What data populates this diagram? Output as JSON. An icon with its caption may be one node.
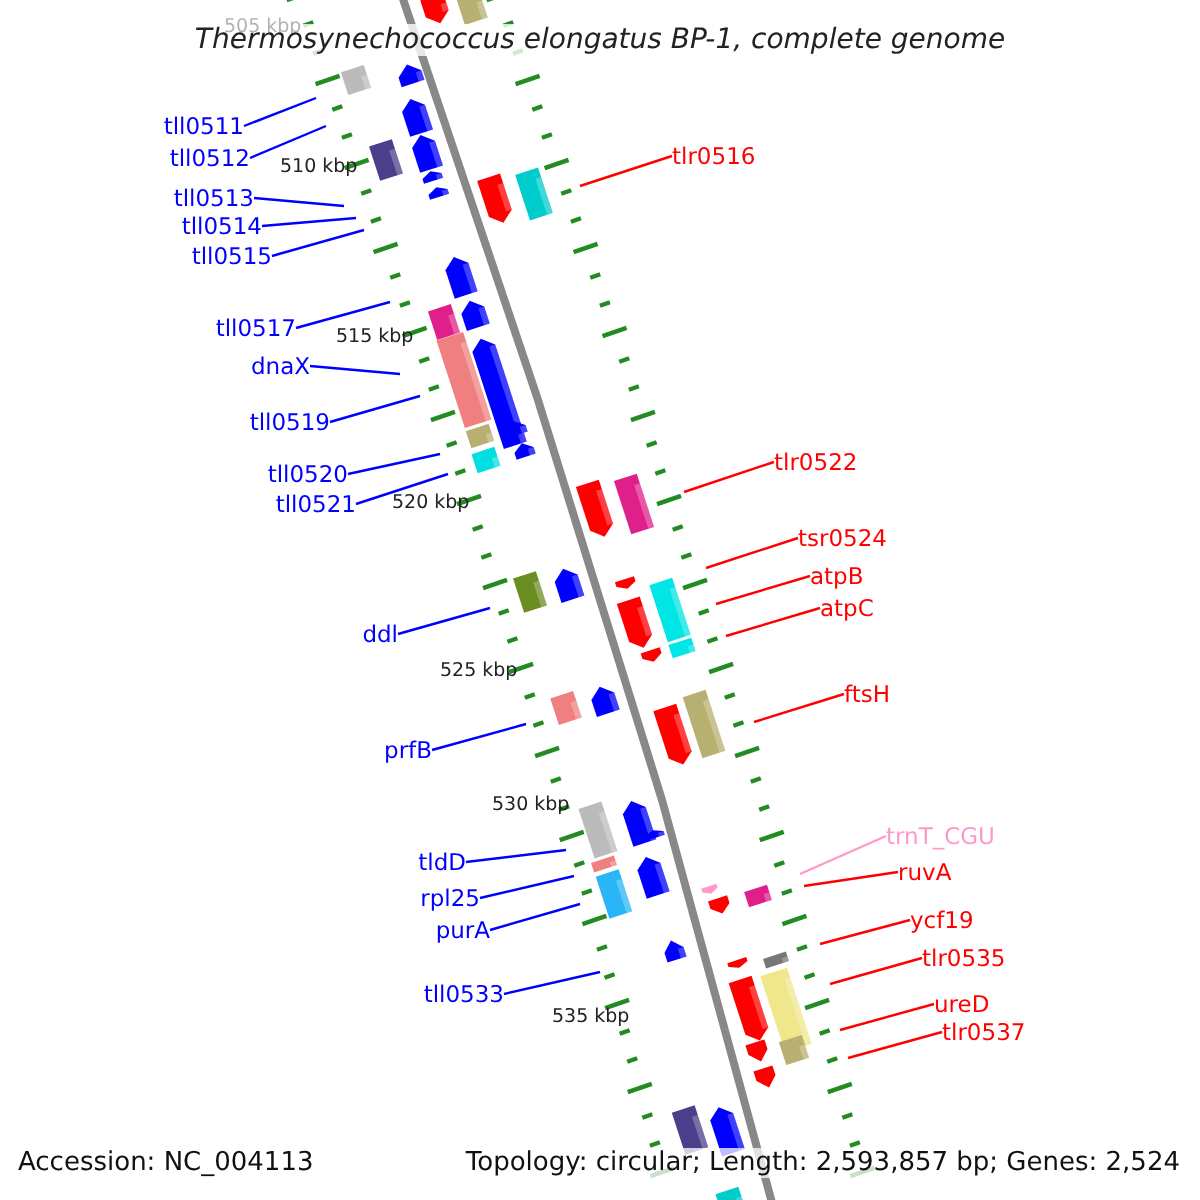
{
  "diagram": {
    "title": "Thermosynechococcus elongatus BP-1, complete genome",
    "nodes": [
      {
        "text": [
          "tll0511"
        ]
      },
      {
        "text": [
          "tll0512"
        ]
      },
      {
        "text": [
          "tlr0516"
        ]
      },
      {
        "text": [
          "tll0513"
        ]
      },
      {
        "text": [
          "tll0514"
        ]
      },
      {
        "text": [
          "tll0515"
        ]
      },
      {
        "text": [
          "tll0517"
        ]
      },
      {
        "text": [
          "dnaX"
        ]
      },
      {
        "text": [
          "tll0519"
        ]
      },
      {
        "text": [
          "tlr0522"
        ]
      },
      {
        "text": [
          "tll0520"
        ]
      },
      {
        "text": [
          "tll0521"
        ]
      },
      {
        "text": [
          "tsr0524"
        ]
      },
      {
        "text": [
          "atpB"
        ]
      },
      {
        "text": [
          "atpC"
        ]
      },
      {
        "text": [
          "ddl"
        ]
      },
      {
        "text": [
          "ftsH"
        ]
      },
      {
        "text": [
          "prfB"
        ]
      },
      {
        "text": [
          "trnT_CGU"
        ]
      },
      {
        "text": [
          "tldD"
        ]
      },
      {
        "text": [
          "ruvA"
        ]
      },
      {
        "text": [
          "rpl25"
        ]
      },
      {
        "text": [
          "ycf19"
        ]
      },
      {
        "text": [
          "purA"
        ]
      },
      {
        "text": [
          "tlr0535"
        ]
      },
      {
        "text": [
          "tll0533"
        ]
      },
      {
        "text": [
          "ureD"
        ]
      },
      {
        "text": [
          "tlr0537"
        ]
      }
    ],
    "edges": [
      {
        "from": 0,
        "to": null,
        "arrow": "none"
      },
      {
        "from": 1,
        "to": null,
        "arrow": "none"
      },
      {
        "from": 2,
        "to": null,
        "arrow": "none",
        "color": "#ff0000"
      },
      {
        "from": 3,
        "to": null,
        "arrow": "none"
      },
      {
        "from": 4,
        "to": null,
        "arrow": "none"
      },
      {
        "from": 5,
        "to": null,
        "arrow": "none"
      },
      {
        "from": 6,
        "to": null,
        "arrow": "none"
      },
      {
        "from": 7,
        "to": null,
        "arrow": "none"
      },
      {
        "from": 8,
        "to": null,
        "arrow": "none"
      },
      {
        "from": 9,
        "to": null,
        "arrow": "none",
        "color": "#ff0000"
      },
      {
        "from": 10,
        "to": null,
        "arrow": "none"
      },
      {
        "from": 11,
        "to": null,
        "arrow": "none"
      },
      {
        "from": 12,
        "to": null,
        "arrow": "none",
        "color": "#ff0000"
      },
      {
        "from": 13,
        "to": null,
        "arrow": "none",
        "color": "#ff0000"
      },
      {
        "from": 14,
        "to": null,
        "arrow": "none",
        "color": "#ff0000"
      },
      {
        "from": 15,
        "to": null,
        "arrow": "none"
      },
      {
        "from": 16,
        "to": null,
        "arrow": "none",
        "color": "#ff0000"
      },
      {
        "from": 17,
        "to": null,
        "arrow": "none"
      },
      {
        "from": 18,
        "to": null,
        "arrow": "none",
        "color": "#ff99cc"
      },
      {
        "from": 19,
        "to": null,
        "arrow": "none"
      },
      {
        "from": 20,
        "to": null,
        "arrow": "none",
        "color": "#ff0000"
      },
      {
        "from": 21,
        "to": null,
        "arrow": "none"
      },
      {
        "from": 22,
        "to": null,
        "arrow": "none",
        "color": "#ff0000"
      },
      {
        "from": 23,
        "to": null,
        "arrow": "none"
      },
      {
        "from": 24,
        "to": null,
        "arrow": "none",
        "color": "#ff0000"
      },
      {
        "from": 25,
        "to": null,
        "arrow": "none"
      },
      {
        "from": 26,
        "to": null,
        "arrow": "none",
        "color": "#ff0000"
      },
      {
        "from": 27,
        "to": null,
        "arrow": "none",
        "color": "#ff0000"
      }
    ],
    "labels": [
      "505 kbp",
      "510 kbp",
      "515 kbp",
      "520 kbp",
      "525 kbp",
      "530 kbp",
      "535 kbp",
      "Accession: NC_004113",
      "Topology: circular; Length: 2,593,857 bp; Genes: 2,524"
    ]
  }
}
